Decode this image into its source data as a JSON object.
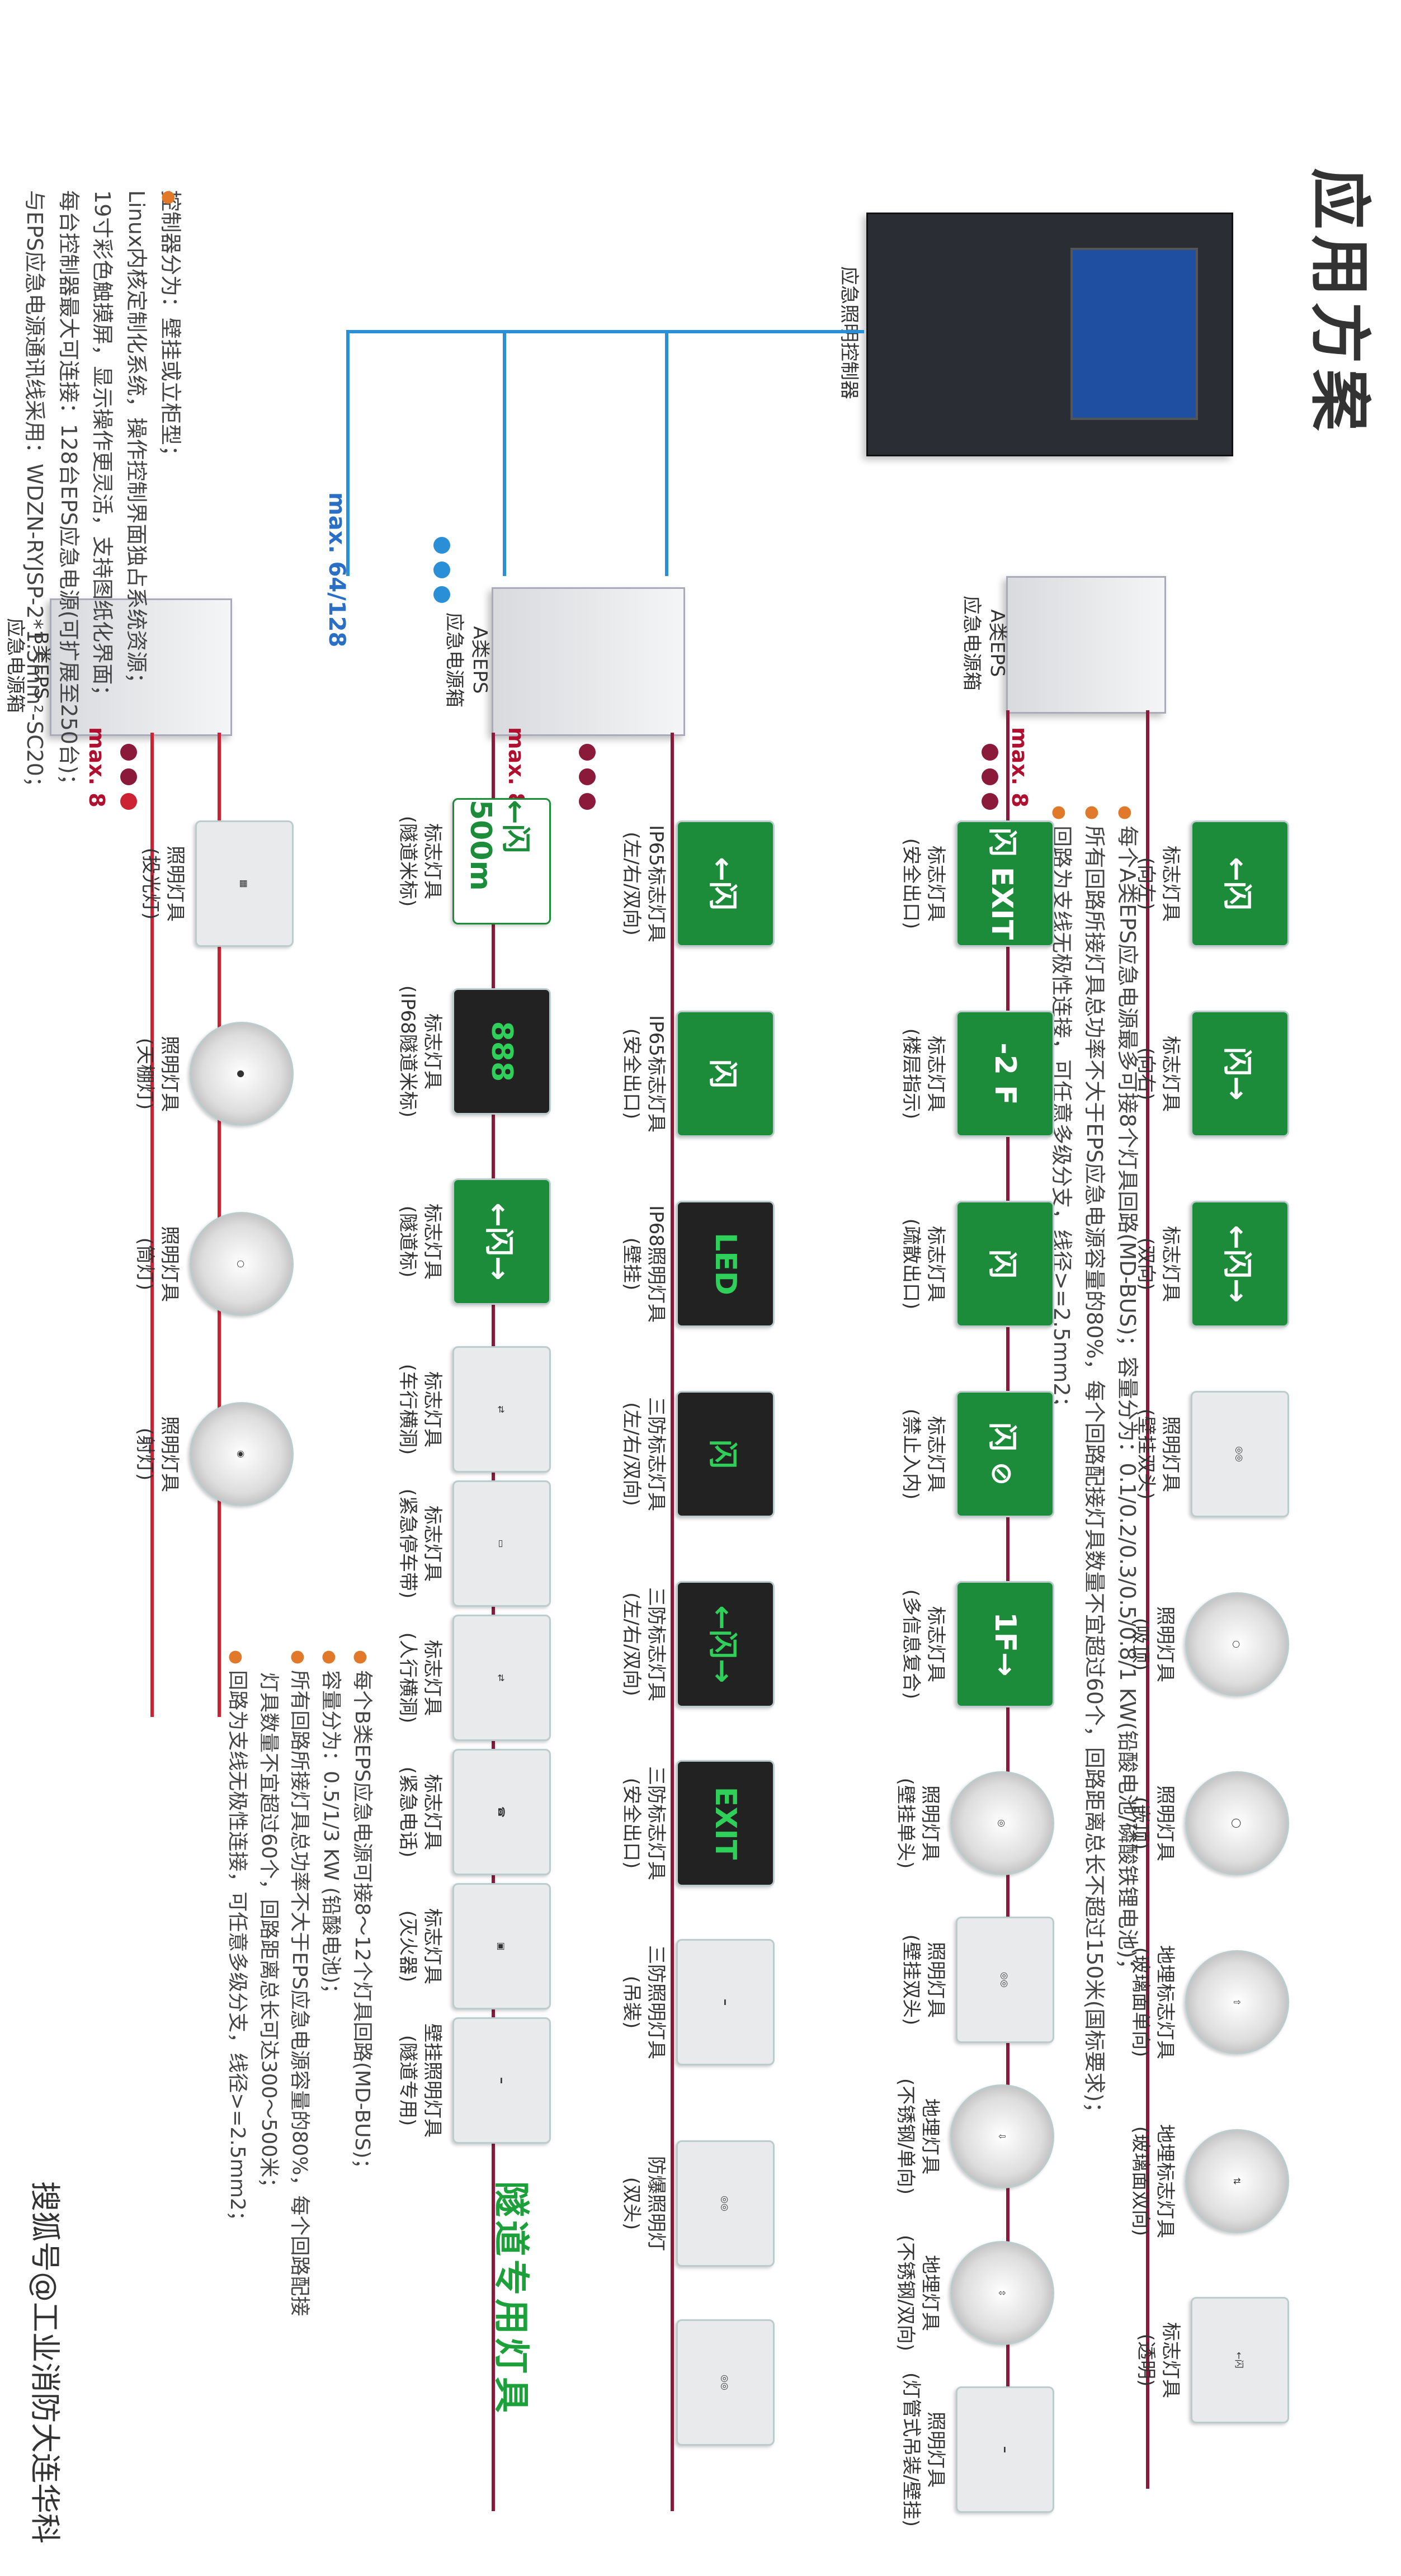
{
  "title": "应用方案",
  "controller": {
    "label": "应急照明控制器"
  },
  "max_controller": "max. 64/128",
  "eps_a1": {
    "label": "A类EPS\n应急电源箱",
    "max": "max. 8"
  },
  "eps_a2": {
    "label": "A类EPS\n应急电源箱",
    "max": "max. 8"
  },
  "eps_b": {
    "label": "B类EPS\n应急电源箱",
    "max": "max. 8"
  },
  "note_a": [
    "每个A类EPS应急电源最多可接8个灯具回路(MD-BUS)；容量分为：0.1/0.2/0.3/0.5/0.8/1 KW(铅酸电池/磷酸铁锂电池)；",
    "所有回路所接灯具总功率不大于EPS应急电源容量的80%，每个回路配接灯具数量不宜超过60个，回路距离总长不超过150米(国标要求)；",
    "回路为支线无极性连接，可任意多级分支，线径>=2.5mm2；"
  ],
  "note_b": [
    "每个B类EPS应急电源可接8～12个灯具回路(MD-BUS)；",
    "容量分为：0.5/1/3 KW (铅酸电池)；",
    "所有回路所接灯具总功率不大于EPS应急电源容量的80%，每个回路配接",
    "灯具数量不宜超过60个，回路距离总长可达300～500米；",
    "回路为支线无极性连接，可任意多级分支，线径>=2.5mm2；"
  ],
  "left_notes": [
    "控制器分为：壁挂或立柜型；",
    "Linux内核定制化系统，操作控制界面独占系统资源；",
    "19寸彩色触摸屏，显示操作更灵活，支持图纸化界面；",
    "每台控制器最大可连接：128台EPS应急电源(可扩展至250台)；",
    "与EPS应急电源通讯线采用：WDZN-RYJSP-2*1.5mm²-SC20；"
  ],
  "row1": [
    {
      "icon": "←闪",
      "label": "标志灯具\n(向左)"
    },
    {
      "icon": "闪→",
      "label": "标志灯具\n(向右)"
    },
    {
      "icon": "←闪→",
      "label": "标志灯具\n(双向)"
    },
    {
      "icon": "◎◎",
      "label": "照明灯具\n(壁挂双头)"
    },
    {
      "icon": "○",
      "label": "照明灯具\n(吸顶)"
    },
    {
      "icon": "◯",
      "label": "照明灯具\n(嵌顶)"
    },
    {
      "icon": "⇧",
      "label": "地埋标志灯具\n(玻璃面单向)"
    },
    {
      "icon": "⇅",
      "label": "地埋标志灯具\n(玻璃面双向)"
    },
    {
      "icon": "←闪",
      "label": "标志灯具\n(透明)"
    }
  ],
  "row2": [
    {
      "icon": "闪 EXIT",
      "label": "标志灯具\n(安全出口)"
    },
    {
      "icon": "-2 F",
      "label": "标志灯具\n(楼层指示)"
    },
    {
      "icon": "闪",
      "label": "标志灯具\n(疏散出口)"
    },
    {
      "icon": "闪 ⊘",
      "label": "标志灯具\n(禁止入内)"
    },
    {
      "icon": "1F→",
      "label": "标志灯具\n(多信息复合)"
    },
    {
      "icon": "◎",
      "label": "照明灯具\n(壁挂单头)"
    },
    {
      "icon": "◎◎",
      "label": "照明灯具\n(壁挂双头)"
    },
    {
      "icon": "⇩",
      "label": "地埋灯具\n(不锈钢/单向)"
    },
    {
      "icon": "⇳",
      "label": "地埋灯具\n(不锈钢/双向)"
    },
    {
      "icon": "━",
      "label": "照明灯具\n(灯管式吊装/壁挂)"
    }
  ],
  "row3": [
    {
      "icon": "←闪",
      "label": "IP65标志灯具\n(左/右/双向)"
    },
    {
      "icon": "闪",
      "label": "IP65标志灯具\n(安全出口)"
    },
    {
      "icon": "LED",
      "label": "IP68照明灯具\n(壁挂)"
    },
    {
      "icon": "闪",
      "label": "三防标志灯具\n(左/右/双向)"
    },
    {
      "icon": "←闪→",
      "label": "三防标志灯具\n(左/右/双向)"
    },
    {
      "icon": "EXIT",
      "label": "三防标志灯具\n(安全出口)"
    },
    {
      "icon": "━",
      "label": "三防照明灯具\n(吊装)"
    },
    {
      "icon": "◎◎",
      "label": "防爆照明灯\n(双头)"
    },
    {
      "icon": "◎◎",
      "label": ""
    }
  ],
  "row4": [
    {
      "icon": "←闪 500m",
      "label": "标志灯具\n(隧道米标)"
    },
    {
      "icon": "888",
      "label": "标志灯具\n(IP68隧道米标)"
    },
    {
      "icon": "←闪→",
      "label": "标志灯具\n(隧道标)"
    },
    {
      "icon": "⇄",
      "label": "标志灯具\n(车行横洞)"
    },
    {
      "icon": "▭",
      "label": "标志灯具\n(紧急停车带)"
    },
    {
      "icon": "⇄",
      "label": "标志灯具\n(人行横洞)"
    },
    {
      "icon": "☎",
      "label": "标志灯具\n(紧急电话)"
    },
    {
      "icon": "▣",
      "label": "标志灯具\n(灭火器)"
    },
    {
      "icon": "━",
      "label": "壁挂照明灯具\n(隧道专用)"
    }
  ],
  "row5": [
    {
      "icon": "▦",
      "label": "照明灯具\n(投光灯)"
    },
    {
      "icon": "●",
      "label": "照明灯具\n(天棚灯)"
    },
    {
      "icon": "○",
      "label": "照明灯具\n(筒灯)"
    },
    {
      "icon": "◉",
      "label": "照明灯具\n(射灯)"
    }
  ],
  "tunnel_title": "隧道专用灯具",
  "watermark": "搜狐号@工业消防大连华科"
}
